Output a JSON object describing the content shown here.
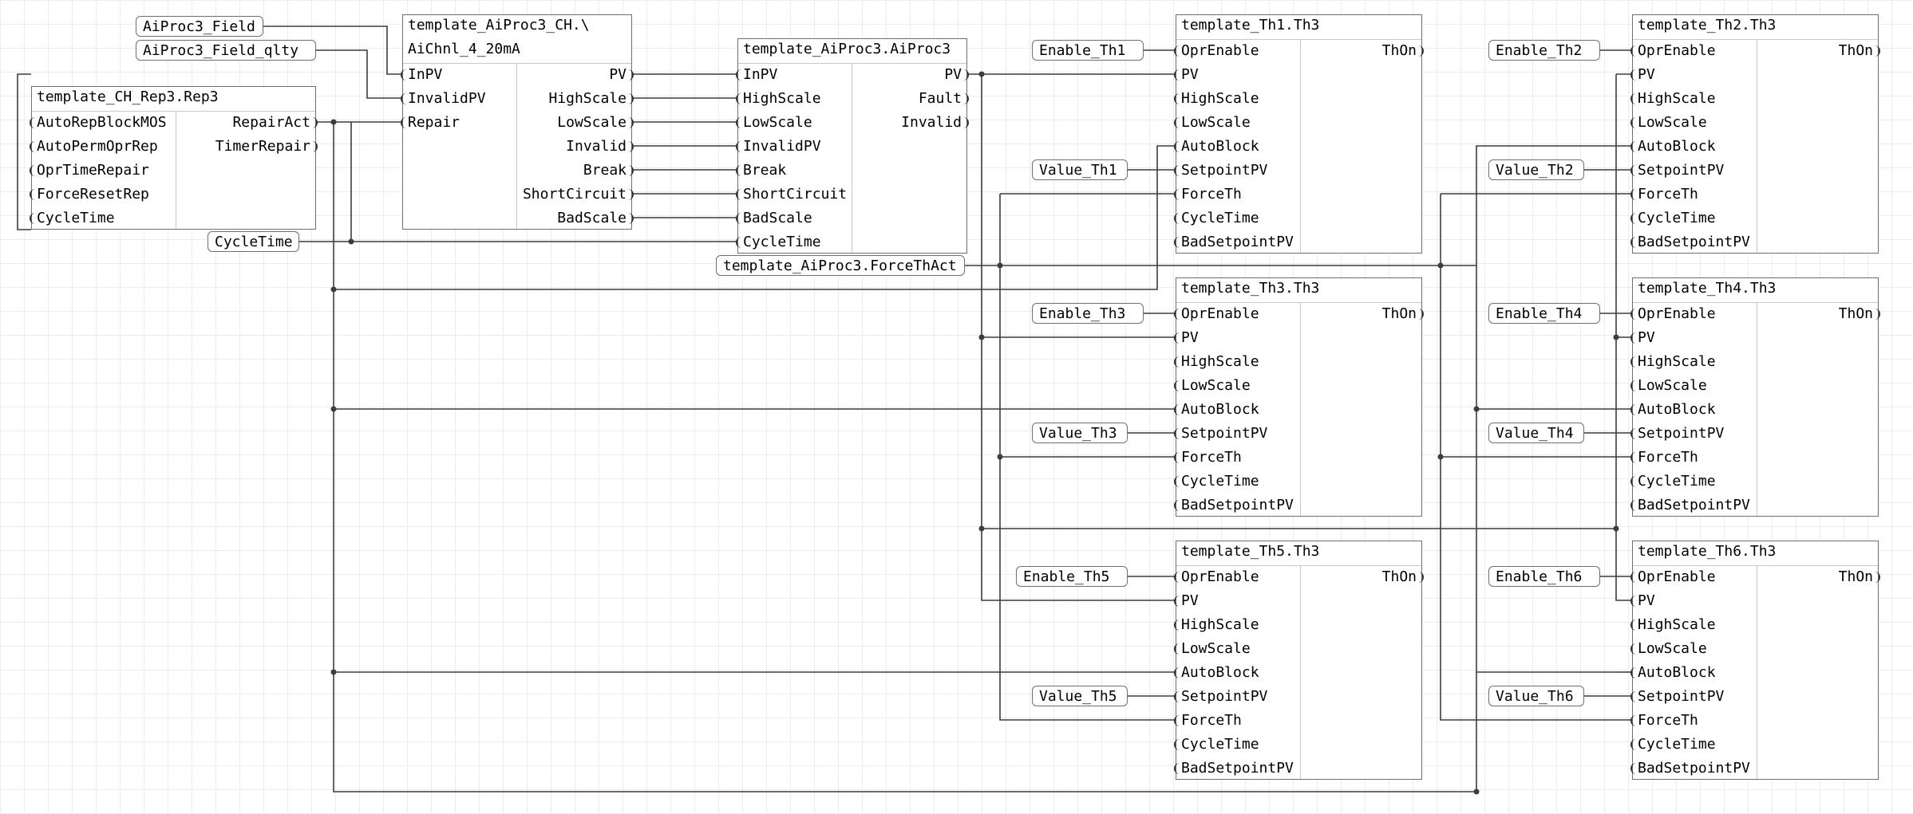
{
  "blocks": {
    "ch_rep": {
      "title": "template_CH_Rep3.Rep3",
      "inputs": [
        "AutoRepBlockMOS",
        "AutoPermOprRep",
        "OprTimeRepair",
        "ForceResetRep",
        "CycleTime"
      ],
      "outputs": [
        "RepairAct",
        "TimerRepair"
      ]
    },
    "aiproc_ch": {
      "title_line1": "template_AiProc3_CH.\\",
      "title_line2": "AiChnl_4_20mA",
      "inputs": [
        "InPV",
        "InvalidPV",
        "Repair"
      ],
      "outputs": [
        "PV",
        "HighScale",
        "LowScale",
        "Invalid",
        "Break",
        "ShortCircuit",
        "BadScale"
      ]
    },
    "aiproc": {
      "title": "template_AiProc3.AiProc3",
      "inputs": [
        "InPV",
        "HighScale",
        "LowScale",
        "InvalidPV",
        "Break",
        "ShortCircuit",
        "BadScale",
        "CycleTime"
      ],
      "outputs": [
        "PV",
        "Fault",
        "Invalid"
      ]
    },
    "th1": {
      "title": "template_Th1.Th3",
      "output": "ThOn"
    },
    "th2": {
      "title": "template_Th2.Th3",
      "output": "ThOn"
    },
    "th3": {
      "title": "template_Th3.Th3",
      "output": "ThOn"
    },
    "th4": {
      "title": "template_Th4.Th3",
      "output": "ThOn"
    },
    "th5": {
      "title": "template_Th5.Th3",
      "output": "ThOn"
    },
    "th6": {
      "title": "template_Th6.Th3",
      "output": "ThOn"
    },
    "th_inputs": [
      "OprEnable",
      "PV",
      "HighScale",
      "LowScale",
      "AutoBlock",
      "SetpointPV",
      "ForceTh",
      "CycleTime",
      "BadSetpointPV"
    ]
  },
  "variables": {
    "field": "AiProc3_Field",
    "field_qlty": "AiProc3_Field_qlty",
    "cycle_time": "CycleTime",
    "force_th_act": "template_AiProc3.ForceThAct",
    "enable_th1": "Enable_Th1",
    "enable_th2": "Enable_Th2",
    "enable_th3": "Enable_Th3",
    "enable_th4": "Enable_Th4",
    "enable_th5": "Enable_Th5",
    "enable_th6": "Enable_Th6",
    "value_th1": "Value_Th1",
    "value_th2": "Value_Th2",
    "value_th3": "Value_Th3",
    "value_th4": "Value_Th4",
    "value_th5": "Value_Th5",
    "value_th6": "Value_Th6"
  },
  "colors": {
    "wire": "#3c3c3c",
    "block_border": "#6f6f6f",
    "grid": "#ececec"
  }
}
